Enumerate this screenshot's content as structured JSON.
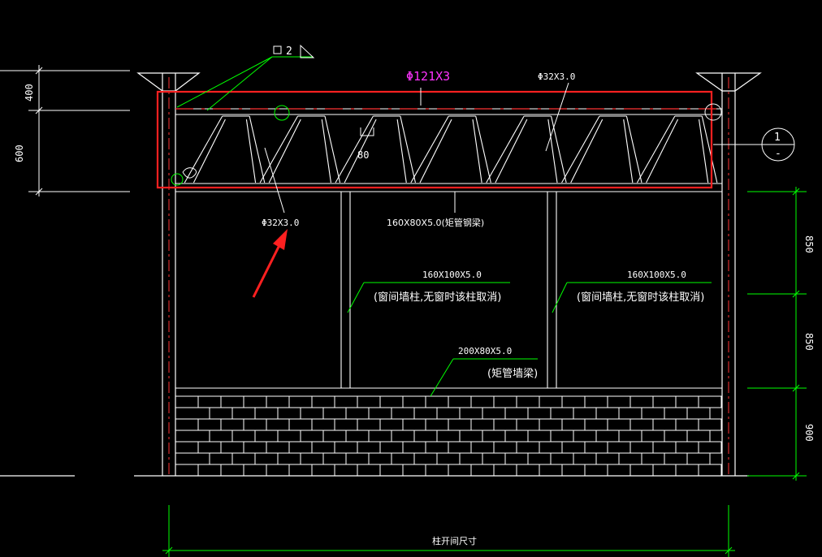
{
  "colors": {
    "background": "#000000",
    "line": "#ffffff",
    "leader": "#00ff00",
    "dim": "#00ff00",
    "centerline": "#ff3333",
    "highlight": "#ff2020",
    "magenta": "#ff33ff"
  },
  "labels": {
    "section_mark": "2",
    "top_chord": "Φ121X3",
    "web_right": "Φ32X3.0",
    "web_bottom": "Φ32X3.0",
    "spacing": "80",
    "bottom_chord": "160X80X5.0(矩管钢梁)",
    "col_left_size": "160X100X5.0",
    "col_left_note": "(窗间墙柱,无窗时该柱取消)",
    "col_right_size": "160X100X5.0",
    "col_right_note": "(窗间墙柱,无窗时该柱取消)",
    "wall_beam_size": "200X80X5.0",
    "wall_beam_note": "(矩管墙梁)",
    "callout_top": "1",
    "callout_bottom": "-",
    "bottom_dim": "柱开间尺寸"
  },
  "dims_left": [
    "400",
    "600"
  ],
  "dims_right": [
    "850",
    "850",
    "900"
  ],
  "truss": {
    "panels": 7
  }
}
